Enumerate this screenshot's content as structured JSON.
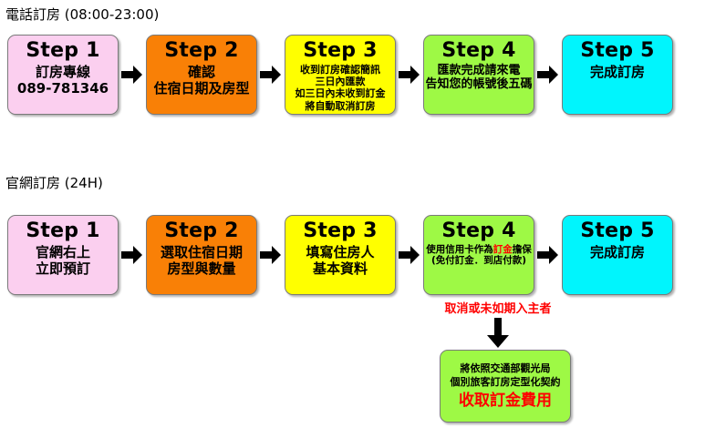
{
  "sections": [
    {
      "id": "phone",
      "title": "電話訂房 (08:00-23:00)",
      "steps": [
        {
          "heading": "Step 1",
          "color": "#fbcfef",
          "color_name": "pink",
          "lines": [
            {
              "text": "訂房專線",
              "size": "lg",
              "red": false
            },
            {
              "text": "089-781346",
              "size": "lg",
              "red": false
            }
          ]
        },
        {
          "heading": "Step 2",
          "color": "#f98006",
          "color_name": "orange",
          "lines": [
            {
              "text": "確認",
              "size": "lg",
              "red": false
            },
            {
              "text": "住宿日期及房型",
              "size": "lg",
              "red": false
            }
          ]
        },
        {
          "heading": "Step 3",
          "color": "#ffff00",
          "color_name": "yellow",
          "lines": [
            {
              "text": "收到訂房確認簡訊",
              "size": "sm",
              "red": false
            },
            {
              "text": "三日內匯款",
              "size": "sm",
              "red": false
            },
            {
              "text": "如三日內未收到訂金",
              "size": "sm",
              "red": true
            },
            {
              "text": "將自動取消訂房",
              "size": "sm",
              "red": true
            }
          ]
        },
        {
          "heading": "Step 4",
          "color": "#9ef945",
          "color_name": "green",
          "lines": [
            {
              "text": "匯款完成請來電",
              "size": "md",
              "red": false
            },
            {
              "text": "告知您的帳號後五碼",
              "size": "md",
              "red": false
            }
          ]
        },
        {
          "heading": "Step 5",
          "color": "#00f5fd",
          "color_name": "cyan",
          "lines": [
            {
              "text": "完成訂房",
              "size": "lg",
              "red": false
            }
          ]
        }
      ]
    },
    {
      "id": "web",
      "title": "官網訂房 (24H)",
      "steps": [
        {
          "heading": "Step 1",
          "color": "#fbcfef",
          "color_name": "pink",
          "lines": [
            {
              "text": "官網右上",
              "size": "lg",
              "red": false
            },
            {
              "text": "立即預訂",
              "size": "lg",
              "red": false
            }
          ]
        },
        {
          "heading": "Step 2",
          "color": "#f98006",
          "color_name": "orange",
          "lines": [
            {
              "text": "選取住宿日期",
              "size": "lg",
              "red": false
            },
            {
              "text": "房型與數量",
              "size": "lg",
              "red": false
            }
          ]
        },
        {
          "heading": "Step 3",
          "color": "#ffff00",
          "color_name": "yellow",
          "lines": [
            {
              "text": "填寫住房人",
              "size": "lg",
              "red": false
            },
            {
              "text": "基本資料",
              "size": "lg",
              "red": false
            }
          ]
        },
        {
          "heading": "Step 4",
          "color": "#9ef945",
          "color_name": "green",
          "lines": [
            {
              "text": "使用信用卡作為訂金擔保",
              "size": "xs",
              "red": false,
              "highlight": "訂金"
            },
            {
              "text": "(免付訂金．到店付款)",
              "size": "xs",
              "red": false
            }
          ]
        },
        {
          "heading": "Step 5",
          "color": "#00f5fd",
          "color_name": "cyan",
          "lines": [
            {
              "text": "完成訂房",
              "size": "lg",
              "red": false
            }
          ]
        }
      ]
    }
  ],
  "branch": {
    "note": "取消或未如期入主者",
    "note_color": "#ff0000",
    "box_color": "#9ef945",
    "lines": [
      {
        "text": "將依照交通部觀光局",
        "emph": false
      },
      {
        "text": "個別旅客訂房定型化契約",
        "emph": false
      },
      {
        "text": "收取訂金費用",
        "emph": true
      }
    ],
    "emph_color": "#ff0000"
  },
  "icons": {
    "arrow_right": "arrow-right-icon",
    "arrow_down": "arrow-down-icon"
  }
}
